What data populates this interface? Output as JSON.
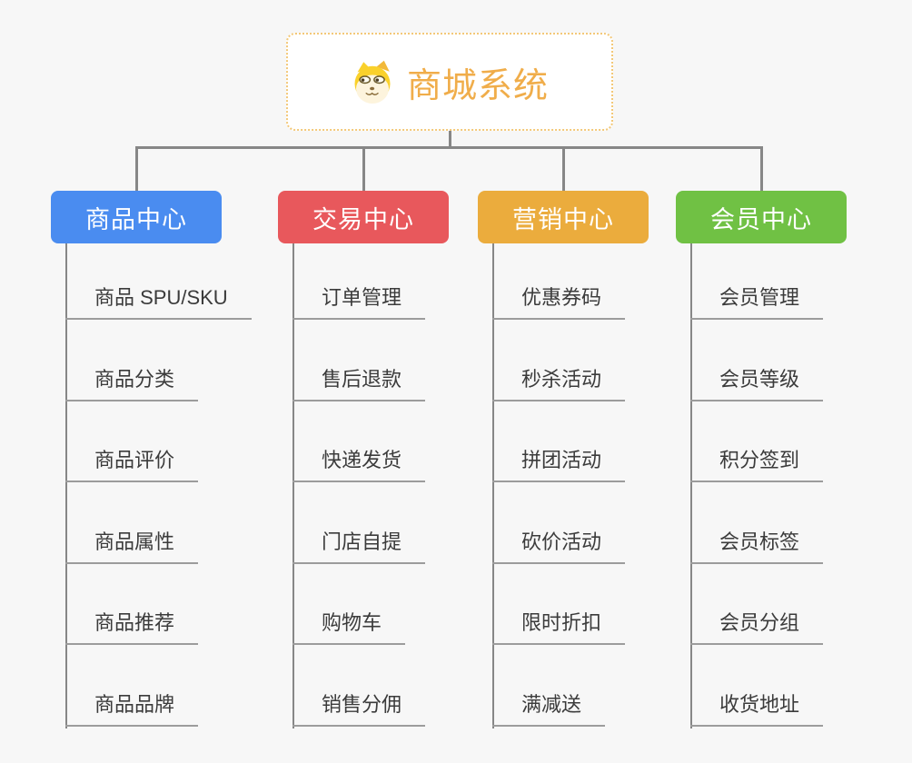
{
  "root": {
    "label": "商城系统",
    "icon": "doge-icon",
    "text_color": "#f0ad4a",
    "border_color": "#f3c878"
  },
  "colors": {
    "background": "#f7f7f7",
    "connector": "#878787",
    "leaf_underline": "#9c9c9c",
    "leaf_text": "#3b3b3b"
  },
  "branches": [
    {
      "label": "商品中心",
      "color": "#4a8cf0",
      "items": [
        "商品 SPU/SKU",
        "商品分类",
        "商品评价",
        "商品属性",
        "商品推荐",
        "商品品牌"
      ]
    },
    {
      "label": "交易中心",
      "color": "#e8585c",
      "items": [
        "订单管理",
        "售后退款",
        "快递发货",
        "门店自提",
        "购物车",
        "销售分佣"
      ]
    },
    {
      "label": "营销中心",
      "color": "#ebac3d",
      "items": [
        "优惠券码",
        "秒杀活动",
        "拼团活动",
        "砍价活动",
        "限时折扣",
        "满减送"
      ]
    },
    {
      "label": "会员中心",
      "color": "#70c144",
      "items": [
        "会员管理",
        "会员等级",
        "积分签到",
        "会员标签",
        "会员分组",
        "收货地址"
      ]
    }
  ]
}
